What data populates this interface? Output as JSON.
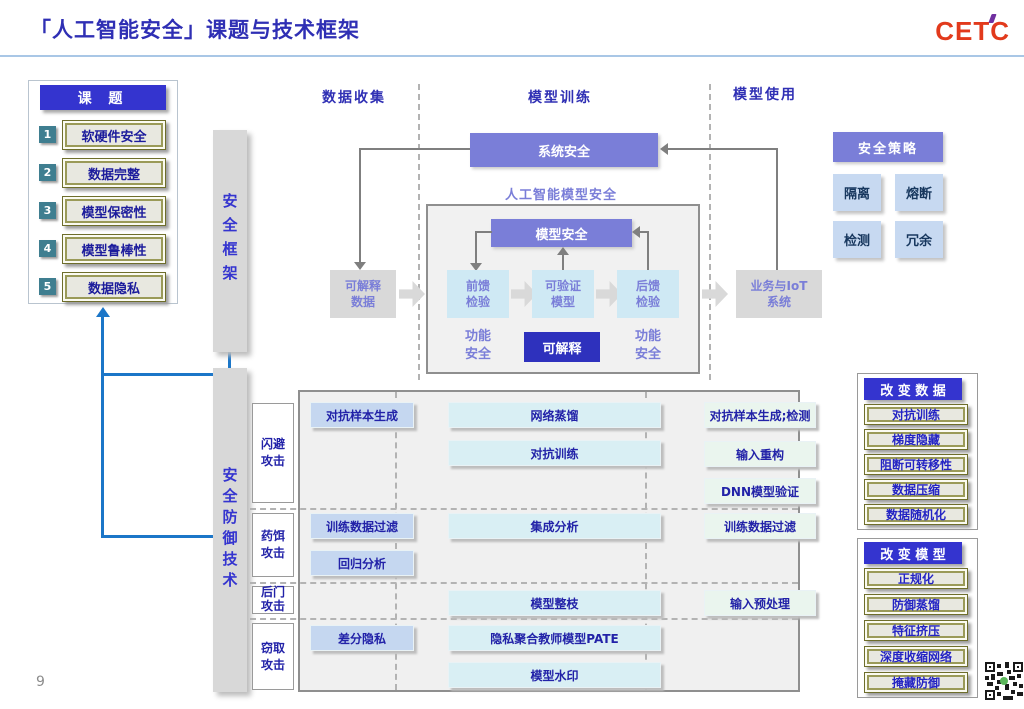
{
  "page": {
    "number": "9"
  },
  "header": {
    "title": "「人工智能安全」课题与技术框架",
    "logo_text": "CETC"
  },
  "phases": {
    "collect": "数据收集",
    "train": "模型训练",
    "use": "模型使用"
  },
  "topics": {
    "header": "课 题",
    "items": [
      {
        "num": "1",
        "label": "软硬件安全"
      },
      {
        "num": "2",
        "label": "数据完整"
      },
      {
        "num": "3",
        "label": "模型保密性"
      },
      {
        "num": "4",
        "label": "模型鲁棒性"
      },
      {
        "num": "5",
        "label": "数据隐私"
      }
    ]
  },
  "bars": {
    "framework": "安全框架",
    "defense": "安全防御技术"
  },
  "framework": {
    "system_security": "系统安全",
    "ai_model_security": "人工智能模型安全",
    "model_security": "模型安全",
    "explainable_data": {
      "l1": "可解释",
      "l2": "数据"
    },
    "feedforward_check": {
      "l1": "前馈",
      "l2": "检验"
    },
    "verifiable_model": {
      "l1": "可验证",
      "l2": "模型"
    },
    "feedback_check": {
      "l1": "后馈",
      "l2": "检验"
    },
    "functional_safety_left": {
      "l1": "功能",
      "l2": "安全"
    },
    "explainable": "可解释",
    "functional_safety_right": {
      "l1": "功能",
      "l2": "安全"
    },
    "business_iot": {
      "l1": "业务与IoT",
      "l2": "系统"
    }
  },
  "strategy": {
    "header": "安全策略",
    "items": [
      "隔离",
      "熔断",
      "检测",
      "冗余"
    ]
  },
  "defense": {
    "attacks": [
      {
        "l1": "闪避",
        "l2": "攻击"
      },
      {
        "l1": "药饵",
        "l2": "攻击"
      },
      {
        "l1": "后门",
        "l2": "攻击"
      },
      {
        "l1": "窃取",
        "l2": "攻击"
      }
    ],
    "col1": [
      "对抗样本生成",
      "训练数据过滤",
      "回归分析",
      "差分隐私"
    ],
    "col2": [
      "网络蒸馏",
      "对抗训练",
      "集成分析",
      "模型整枝",
      "隐私聚合教师模型PATE",
      "模型水印"
    ],
    "col3": [
      "对抗样本生成;检测",
      "输入重构",
      "DNN模型验证",
      "训练数据过滤",
      "输入预处理"
    ]
  },
  "change_data": {
    "header": "改 变 数 据",
    "items": [
      "对抗训练",
      "梯度隐藏",
      "阻断可转移性",
      "数据压缩",
      "数据随机化"
    ]
  },
  "change_model": {
    "header": "改 变 模 型",
    "items": [
      "正规化",
      "防御蒸馏",
      "特征挤压",
      "深度收缩网络",
      "掩藏防御"
    ]
  },
  "colors": {
    "accent_purple": "#7a7ed8",
    "accent_darkblue": "#3434cf",
    "title_blue": "#2f2fb4",
    "connector_blue": "#1b76c8",
    "logo_red": "#e23a1c"
  }
}
